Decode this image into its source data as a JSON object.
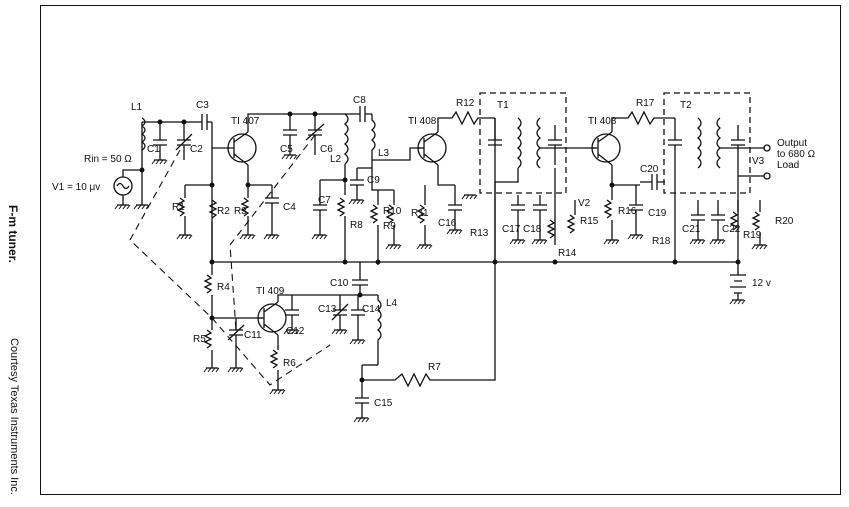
{
  "caption": "F-m tuner.",
  "credit": "Courtesy Texas Instruments Inc.",
  "labels": {
    "L1": "L1",
    "C1": "C1",
    "C2": "C2",
    "C3": "C3",
    "Rin": "Rin = 50 Ω",
    "V1": "V1 = 10 μv",
    "T1407": "TI 407",
    "C5": "C5",
    "C6": "C6",
    "L2": "L2",
    "R1": "R1",
    "R2": "R2",
    "R3": "R3",
    "C4": "C4",
    "C7": "C7",
    "R8": "R8",
    "C8": "C8",
    "L3": "L3",
    "C9": "C9",
    "T1408a": "TI 408",
    "R12": "R12",
    "R10": "R10",
    "R9": "R9",
    "R11": "R11",
    "C16": "C16",
    "R13": "R13",
    "T1": "T1",
    "C17": "C17",
    "C18": "C18",
    "V2": "V2",
    "R15": "R15",
    "R14": "R14",
    "T1408b": "TI 408",
    "R17": "R17",
    "R16": "R16",
    "C19": "C19",
    "C20": "C20",
    "T2": "T2",
    "V3": "V3",
    "Output1": "Output",
    "Output2": "to 680 Ω",
    "Output3": "Load",
    "R18": "R18",
    "C21": "C21",
    "C22": "C22",
    "R19": "R19",
    "R20": "R20",
    "Vbatt": "12 v",
    "R4": "R4",
    "R5": "R5",
    "T1409": "TI 409",
    "C11": "C11",
    "C12": "C12",
    "C13": "C13",
    "C14": "C14",
    "C10": "C10",
    "L4": "L4",
    "R6": "R6",
    "R7": "R7",
    "C15": "C15"
  }
}
